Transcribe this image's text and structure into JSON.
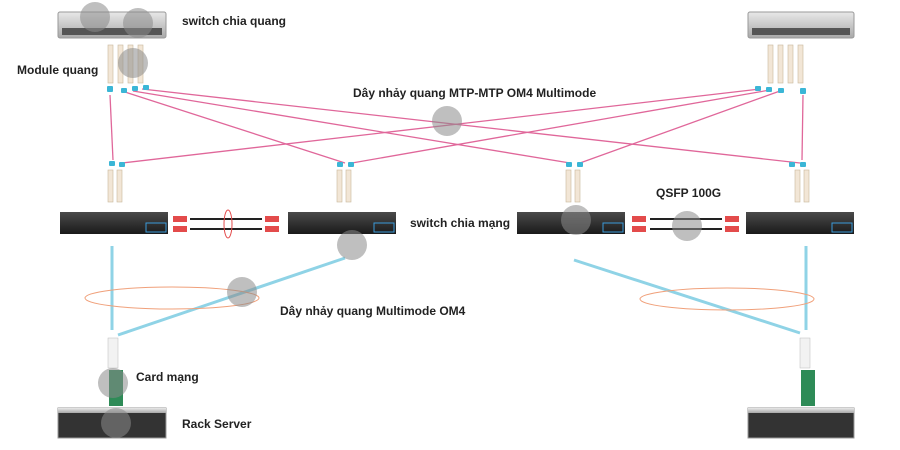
{
  "labels": {
    "core_switch": "switch chia quang",
    "module": "Module quang",
    "mtp_cable": "Dây nhảy quang MTP-MTP OM4 Multimode",
    "access_switch": "switch chia mạng",
    "qsfp": "QSFP 100G",
    "om4_cable": "Dây nhảy quang Multimode OM4",
    "nic": "Card mạng",
    "server": "Rack Server"
  },
  "colors": {
    "mtp_cable": "#e0679a",
    "om4_cable": "#8fd3e6",
    "connector": "#3bb6d6",
    "highlight_ring": "#f0a07a",
    "tag_overlay": "#8a8a8a",
    "switch_body": "#2a2a2a",
    "switch_port_accent": "#3a9ad9"
  },
  "icons": {
    "tag": "tag-icon",
    "core_switch": "core-switch-icon",
    "access_switch": "access-switch-icon",
    "server": "rack-server-icon",
    "nic": "network-card-icon",
    "module": "transceiver-module-icon"
  }
}
